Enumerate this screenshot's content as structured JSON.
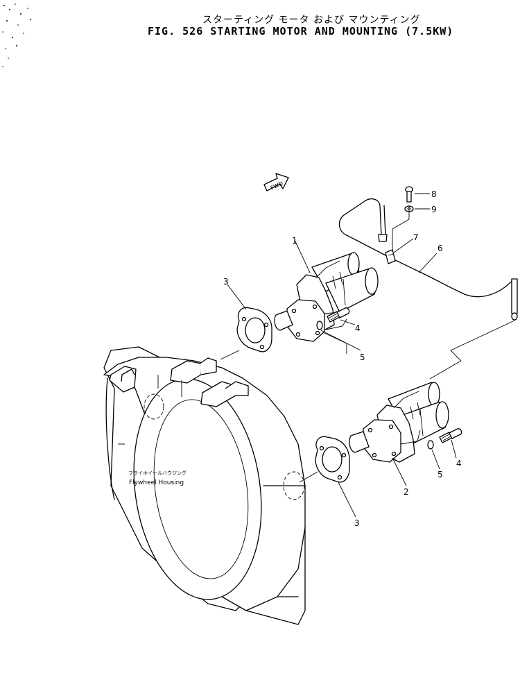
{
  "title": {
    "japanese": "スターティング モータ および マウンティング",
    "figure_no": "FIG. 526",
    "english": "STARTING MOTOR AND MOUNTING (7.5KW)"
  },
  "fwd_label": "FWD",
  "housing": {
    "japanese": "フライホイールハウジング",
    "english": "Flywheel  Housing"
  },
  "callouts": {
    "c1": "1",
    "c2": "2",
    "c3a": "3",
    "c3b": "3",
    "c4a": "4",
    "c4b": "4",
    "c5a": "5",
    "c5b": "5",
    "c6": "6",
    "c7": "7",
    "c8": "8",
    "c9": "9"
  }
}
